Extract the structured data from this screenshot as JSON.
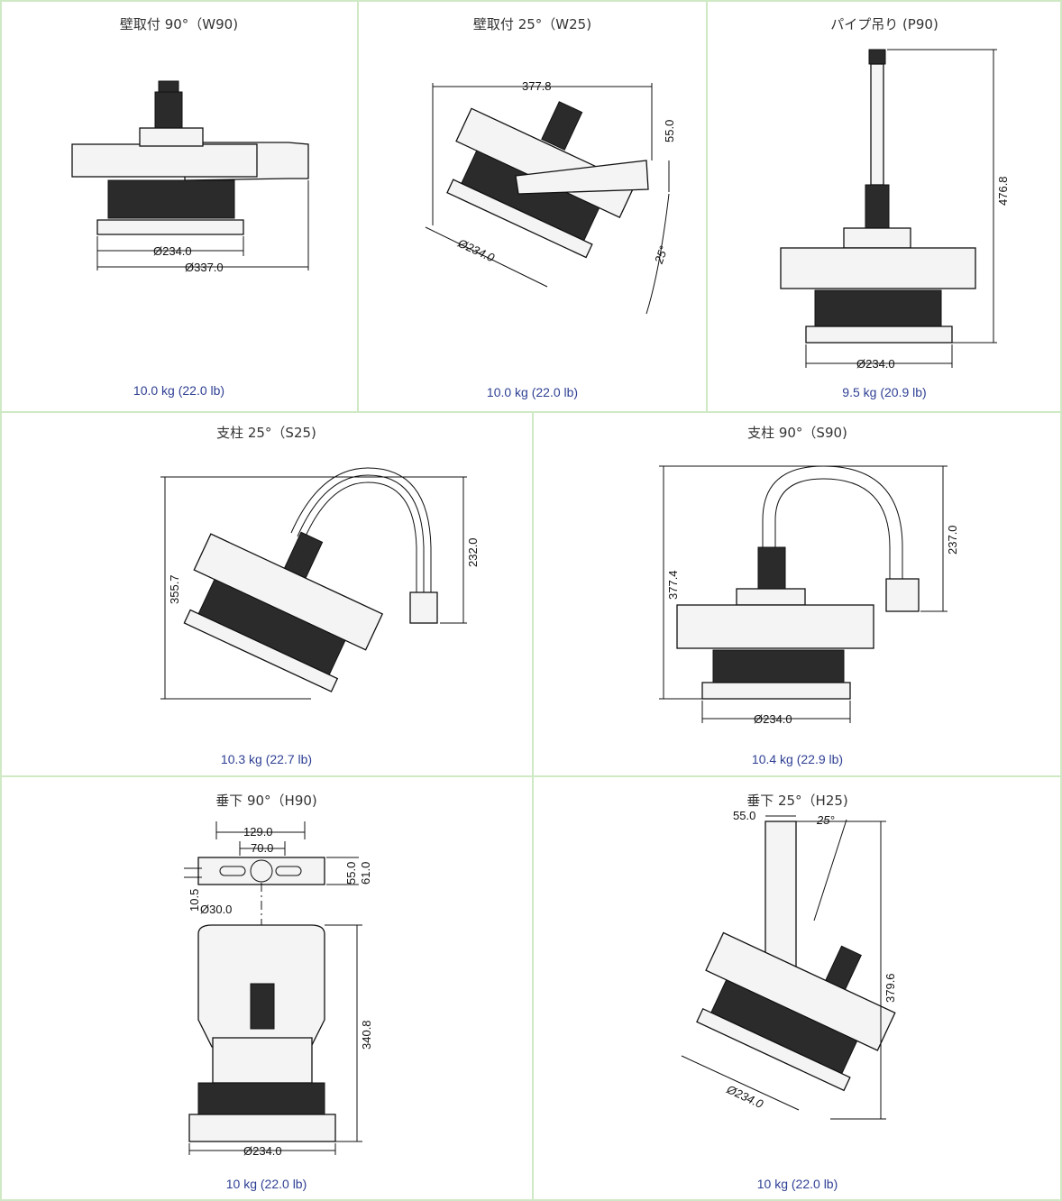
{
  "colors": {
    "grid": "#cfe9c4",
    "weight_text": "#2e3f93",
    "title_text": "#333333"
  },
  "panels": {
    "w90": {
      "title": "壁取付 90°（W90)",
      "weight": "10.0 kg (22.0 lb)",
      "dims": {
        "d1": "Ø234.0",
        "d2": "Ø337.0"
      }
    },
    "w25": {
      "title": "壁取付 25°（W25)",
      "weight": "10.0 kg (22.0 lb)",
      "dims": {
        "d1": "377.8",
        "d2": "55.0",
        "d3": "Ø234.0",
        "angle": "25°"
      }
    },
    "p90": {
      "title": "パイプ吊り (P90)",
      "weight": "9.5 kg (20.9 lb)",
      "dims": {
        "d1": "476.8",
        "d2": "Ø234.0"
      }
    },
    "s25": {
      "title": "支柱 25°（S25)",
      "weight": "10.3 kg (22.7 lb)",
      "dims": {
        "d1": "355.7",
        "d2": "232.0"
      }
    },
    "s90": {
      "title": "支柱 90°（S90)",
      "weight": "10.4 kg (22.9 lb)",
      "dims": {
        "d1": "377.4",
        "d2": "237.0",
        "d3": "Ø234.0"
      }
    },
    "h90": {
      "title": "垂下 90°（H90)",
      "weight": "10 kg (22.0 lb)",
      "dims": {
        "d1": "129.0",
        "d2": "70.0",
        "d3": "55.0",
        "d4": "61.0",
        "d5": "10.5",
        "d6": "Ø30.0",
        "d7": "340.8",
        "d8": "Ø234.0"
      }
    },
    "h25": {
      "title": "垂下 25°（H25)",
      "weight": "10 kg (22.0 lb)",
      "dims": {
        "d1": "55.0",
        "d2": "25°",
        "d3": "379.6",
        "d4": "Ø234.0"
      }
    }
  }
}
